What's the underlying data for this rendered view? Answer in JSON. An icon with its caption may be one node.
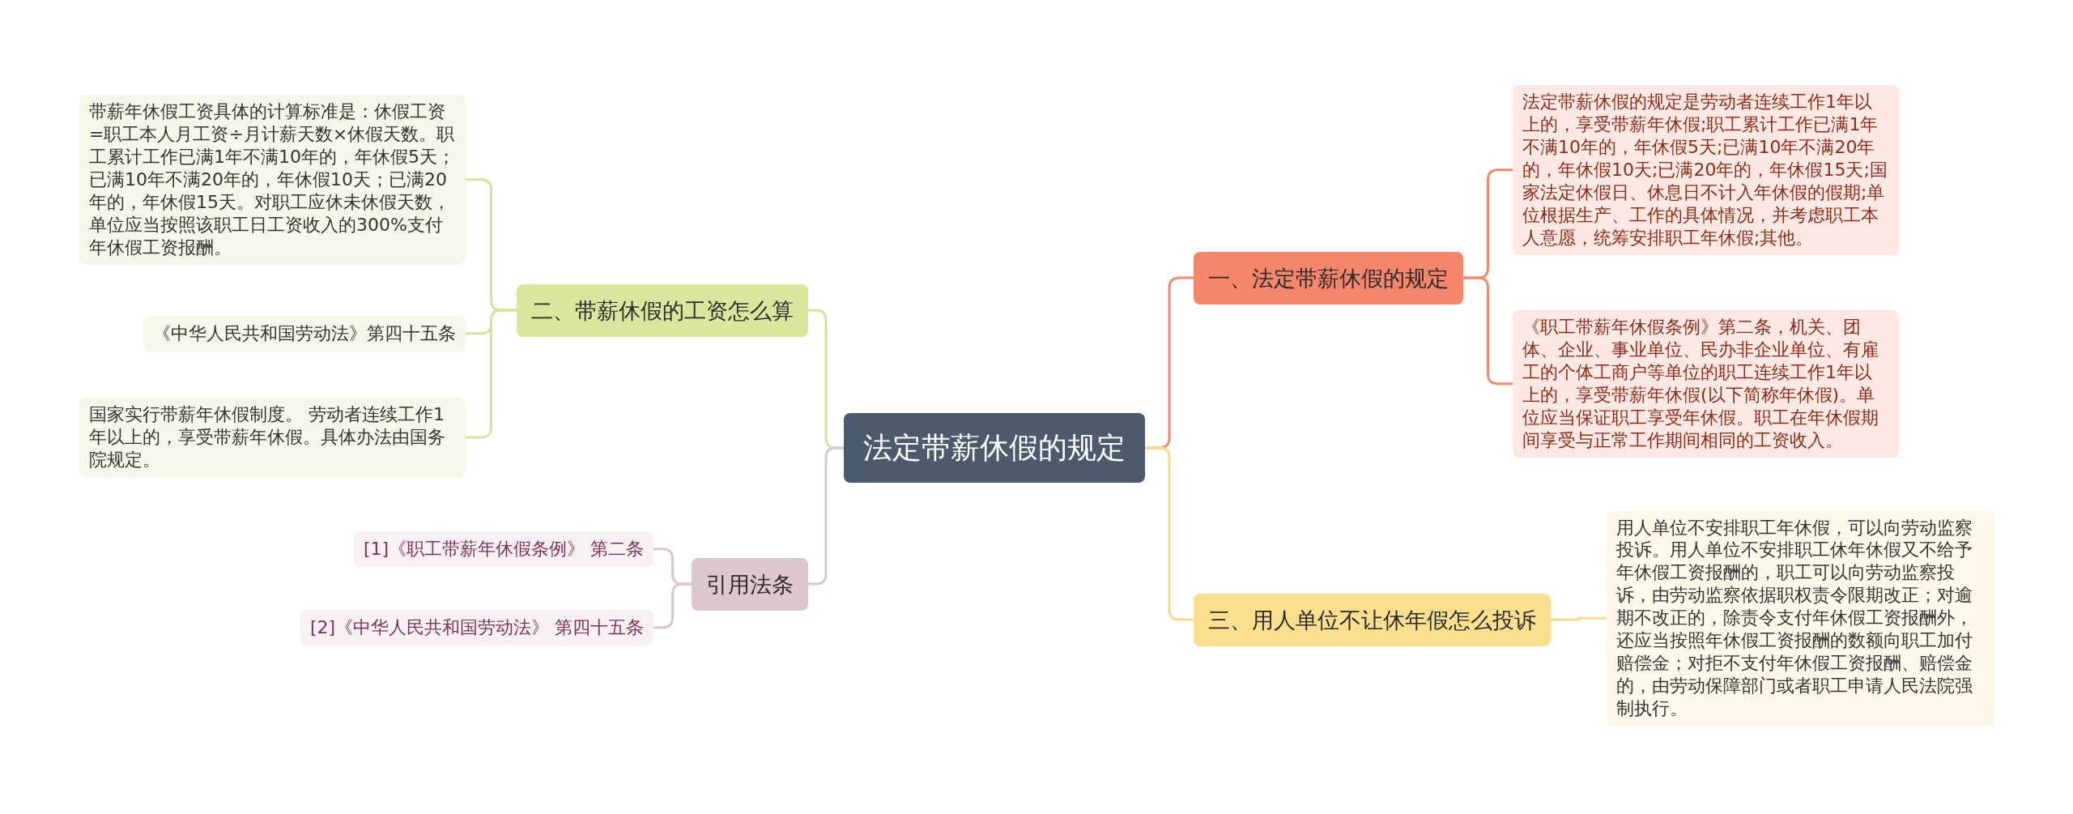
{
  "diagram": {
    "nodes": [
      {
        "text": [
          "法定带薪休假的规定"
        ]
      },
      {
        "text": [
          "一、法定带薪休假的规定"
        ]
      },
      {
        "text": [
          "法定带薪休假的规定是劳动者连续工作1年以上的，享受带薪年休假;职工累计工作已满1年不满10年的，年休假5天;已满10年不满20年的，年休假10天;已满20年的，年休假15天;国家法定休假日、休息日不计入年休假的假期;单位根据生产、工作的具体情况，并考虑职工本人意愿，统筹安排职工年休假;其他。"
        ]
      },
      {
        "text": [
          "《职工带薪年休假条例》第二条，机关、团体、企业、事业单位、民办非企业单位、有雇工的个体工商户等单位的职工连续工作1年以上的，享受带薪年休假(以下简称年休假)。单位应当保证职工享受年休假。职工在年休假期间享受与正常工作期间相同的工资收入。"
        ]
      },
      {
        "text": [
          "二、带薪休假的工资怎么算"
        ]
      },
      {
        "text": [
          "带薪年休假工资具体的计算标准是：休假工资=职工本人月工资÷月计薪天数×休假天数。职工累计工作已满1年不满10年的，年休假5天；已满10年不满20年的，年休假10天；已满20年的，年休假15天。对职工应休未休假天数，单位应当按照该职工日工资收入的300%支付年休假工资报酬。"
        ]
      },
      {
        "text": [
          "《中华人民共和国劳动法》第四十五条"
        ]
      },
      {
        "text": [
          "国家实行带薪年休假制度。 劳动者连续工作1年以上的，享受带薪年休假。具体办法由国务院规定。"
        ]
      },
      {
        "text": [
          "三、用人单位不让休年假怎么投诉"
        ]
      },
      {
        "text": [
          "用人单位不安排职工年休假，可以向劳动监察投诉。用人单位不安排职工休年休假又不给予年休假工资报酬的，职工可以向劳动监察投诉，由劳动监察依据职权责令限期改正；对逾期不改正的，除责令支付年休假工资报酬外，还应当按照年休假工资报酬的数额向职工加付赔偿金；对拒不支付年休假工资报酬、赔偿金的，由劳动保障部门或者职工申请人民法院强制执行。"
        ]
      },
      {
        "text": [
          "引用法条"
        ]
      },
      {
        "text": [
          "[1]《职工带薪年休假条例》 第二条"
        ]
      },
      {
        "text": [
          "[2]《中华人民共和国劳动法》 第四十五条"
        ]
      }
    ],
    "edges": [
      {
        "from": 0,
        "to": 1,
        "arrow": "none",
        "color": "#f0896e"
      },
      {
        "from": 1,
        "to": 2,
        "arrow": "none",
        "color": "#f0896e"
      },
      {
        "from": 1,
        "to": 3,
        "arrow": "none",
        "color": "#f0896e"
      },
      {
        "from": 0,
        "to": 4,
        "arrow": "none",
        "color": "#d5e39a"
      },
      {
        "from": 4,
        "to": 5,
        "arrow": "none",
        "color": "#d5e39a"
      },
      {
        "from": 4,
        "to": 6,
        "arrow": "none",
        "color": "#d5e39a"
      },
      {
        "from": 4,
        "to": 7,
        "arrow": "none",
        "color": "#d5e39a"
      },
      {
        "from": 0,
        "to": 8,
        "arrow": "none",
        "color": "#f5dc8c"
      },
      {
        "from": 8,
        "to": 9,
        "arrow": "none",
        "color": "#f5dc8c"
      },
      {
        "from": 0,
        "to": 10,
        "arrow": "none",
        "color": "#d8c5cd"
      },
      {
        "from": 10,
        "to": 11,
        "arrow": "none",
        "color": "#d8c5cd"
      },
      {
        "from": 10,
        "to": 12,
        "arrow": "none",
        "color": "#d8c5cd"
      }
    ]
  }
}
